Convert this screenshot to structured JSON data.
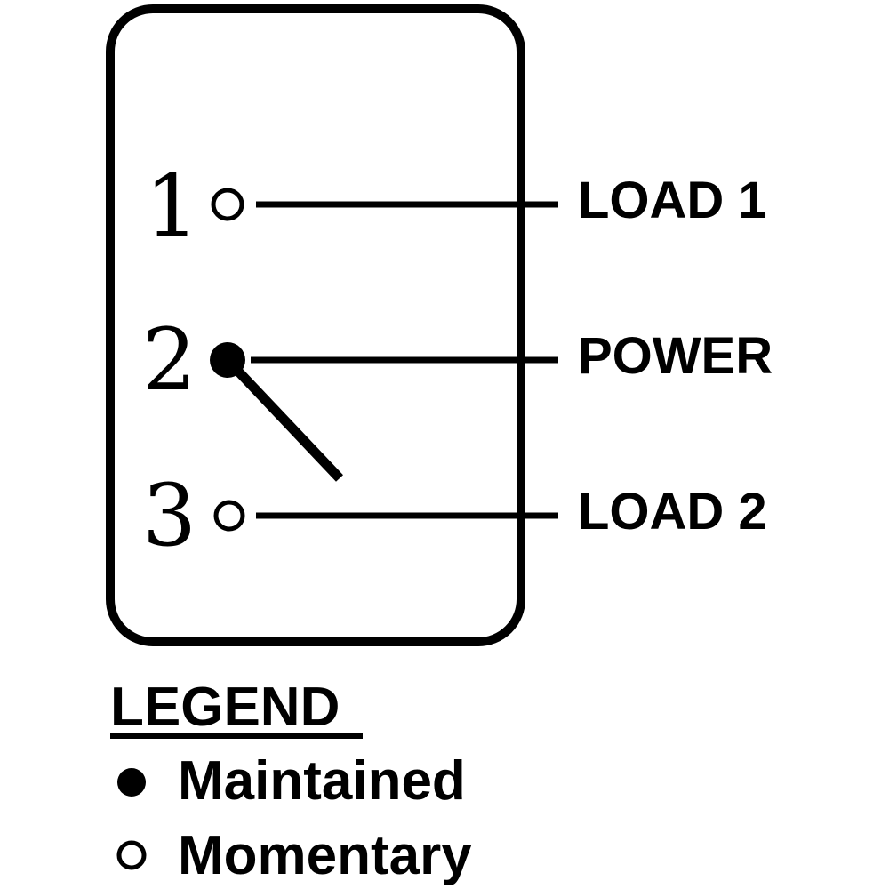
{
  "terminals": [
    {
      "number": "1",
      "label": "LOAD 1",
      "contact": "momentary"
    },
    {
      "number": "2",
      "label": "POWER",
      "contact": "maintained"
    },
    {
      "number": "3",
      "label": "LOAD 2",
      "contact": "momentary"
    }
  ],
  "legend": {
    "title": "LEGEND",
    "items": [
      {
        "symbol": "filled-circle",
        "text": "Maintained"
      },
      {
        "symbol": "open-circle",
        "text": "Momentary"
      }
    ]
  },
  "colors": {
    "ink": "#000000",
    "background": "#ffffff"
  }
}
